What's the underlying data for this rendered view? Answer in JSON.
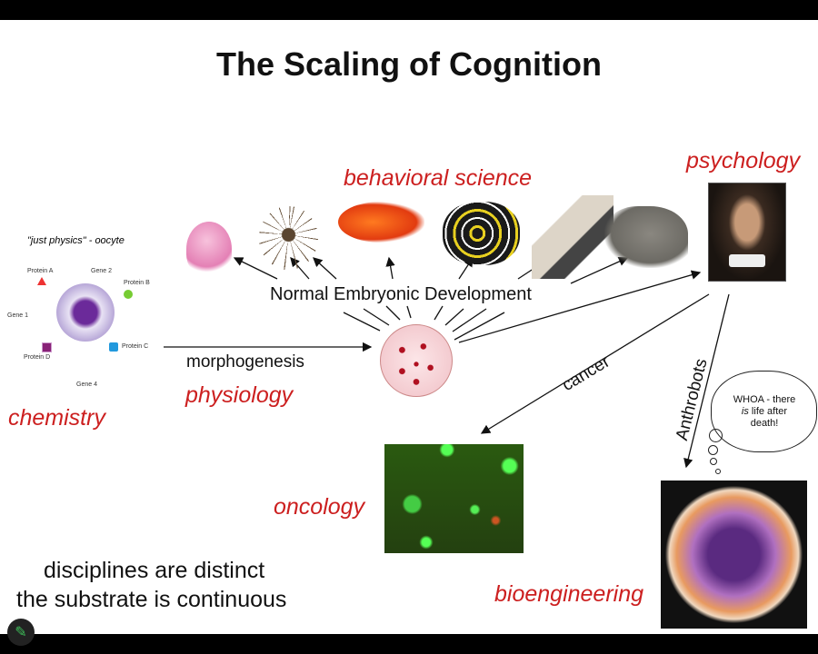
{
  "title": "The Scaling of Cognition",
  "disciplines": {
    "behavioral_science": "behavioral science",
    "psychology": "psychology",
    "chemistry": "chemistry",
    "physiology": "physiology",
    "oncology": "oncology",
    "bioengineering": "bioengineering"
  },
  "labels": {
    "normal_dev": "Normal Embryonic Development",
    "morphogenesis": "morphogenesis",
    "cancer": "cancer",
    "anthrobots": "Anthrobots"
  },
  "oocyte": {
    "caption": "\"just physics\" - oocyte",
    "protein_a": "Protein A",
    "protein_b": "Protein B",
    "protein_c": "Protein C",
    "protein_d": "Protein D",
    "gene_1": "Gene 1",
    "gene_2": "Gene 2",
    "gene_4": "Gene 4"
  },
  "bubble": {
    "line1": "WHOA - there",
    "is": "is",
    "line2": " life after",
    "line3": "death!"
  },
  "footer": {
    "line1": "disciplines are distinct",
    "line2": "the substrate is continuous"
  },
  "icons": {
    "edit": "pencil-icon"
  }
}
